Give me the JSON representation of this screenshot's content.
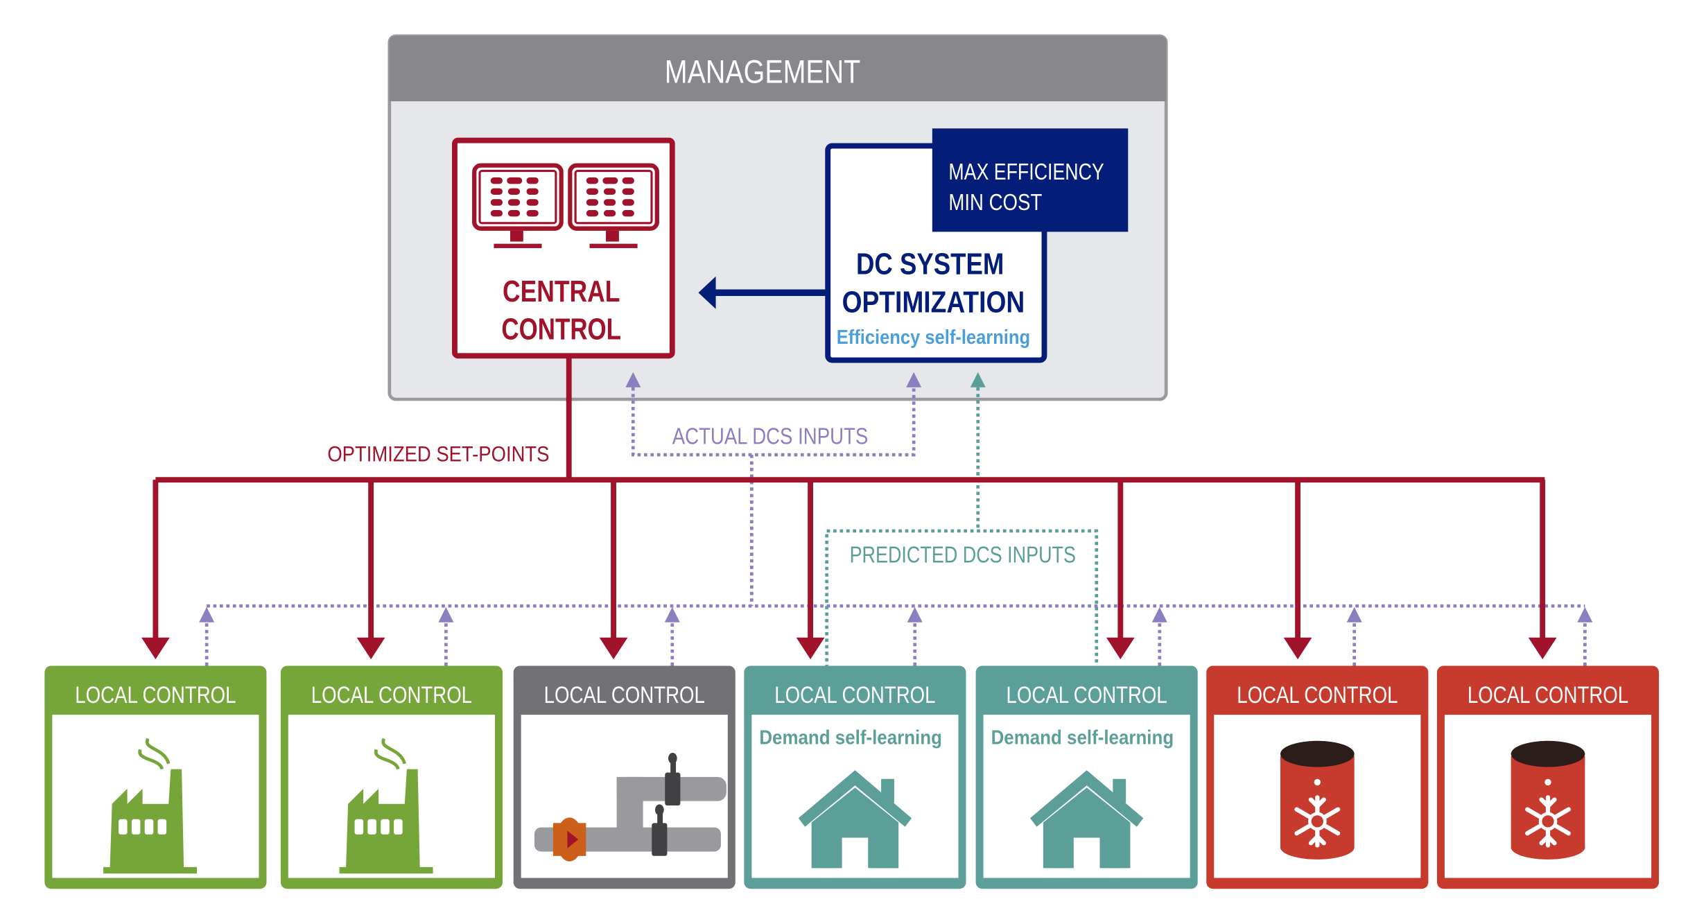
{
  "management": {
    "title": "MANAGEMENT",
    "header_color": "#88878c",
    "body_color": "#e6e7ea"
  },
  "central_control": {
    "line1": "CENTRAL",
    "line2": "CONTROL",
    "color": "#a0132a",
    "icon": "dual-monitor-icon"
  },
  "optimization": {
    "line1": "DC SYSTEM",
    "line2": "OPTIMIZATION",
    "subtitle": "Efficiency self-learning",
    "goals": [
      "MAX EFFICIENCY",
      "MIN COST"
    ],
    "color": "#031d78",
    "subtitle_color": "#4a9fd8"
  },
  "flows": {
    "setpoints_label": "OPTIMIZED SET-POINTS",
    "actual_label": "ACTUAL DCS INPUTS",
    "predicted_label": "PREDICTED DCS INPUTS",
    "actual_color": "#8a80c0",
    "predicted_color": "#5a9e97"
  },
  "local_controls": [
    {
      "title": "LOCAL CONTROL",
      "subtitle": "",
      "icon": "factory-icon",
      "color": "#76a53a"
    },
    {
      "title": "LOCAL CONTROL",
      "subtitle": "",
      "icon": "factory-icon",
      "color": "#76a53a"
    },
    {
      "title": "LOCAL CONTROL",
      "subtitle": "",
      "icon": "pipe-valve-pump-icon",
      "color": "#727176"
    },
    {
      "title": "LOCAL CONTROL",
      "subtitle": "Demand self-learning",
      "icon": "house-icon",
      "color": "#5c9f99"
    },
    {
      "title": "LOCAL CONTROL",
      "subtitle": "Demand self-learning",
      "icon": "house-icon",
      "color": "#5c9f99"
    },
    {
      "title": "LOCAL CONTROL",
      "subtitle": "",
      "icon": "cold-storage-tank-icon",
      "color": "#c63b2e"
    },
    {
      "title": "LOCAL CONTROL",
      "subtitle": "",
      "icon": "cold-storage-tank-icon",
      "color": "#c63b2e"
    }
  ]
}
